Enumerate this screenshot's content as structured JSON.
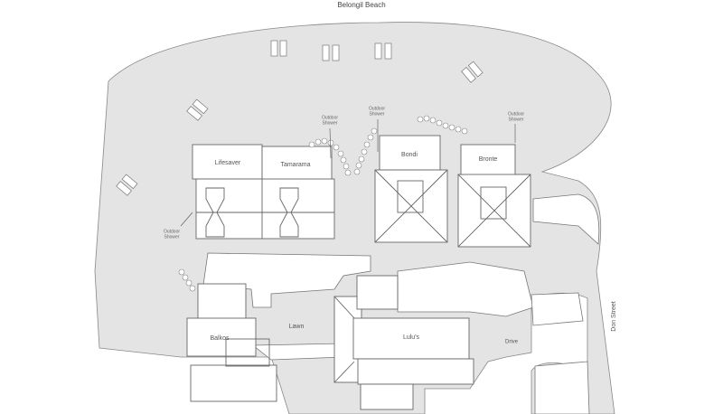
{
  "title": "Belongil Beach",
  "buildings": {
    "lifesaver": "Lifesaver",
    "tamarama": "Tamarama",
    "bondi": "Bondi",
    "bronte": "Bronte",
    "balkos": "Balkos",
    "lulus": "Lulu's"
  },
  "areas": {
    "lawn": "Lawn",
    "drive": "Drive",
    "street": "Don Street"
  },
  "showers": [
    "Outdoor Shower",
    "Outdoor Shower",
    "Outdoor Shower",
    "Outdoor Shower"
  ],
  "colors": {
    "ground": "#e4e4e4",
    "line": "#777777",
    "building": "#ffffff"
  }
}
